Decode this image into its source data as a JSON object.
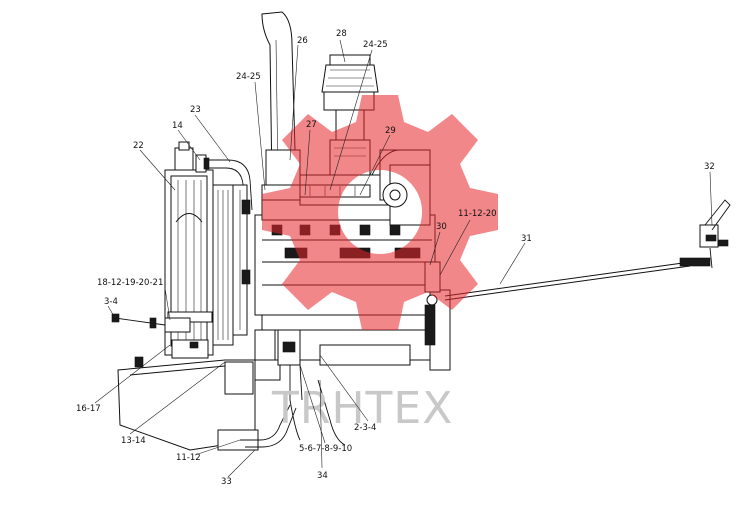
{
  "watermark": {
    "text": "TRHTEX",
    "color": "#e8262c"
  },
  "callouts": [
    {
      "id": "c22",
      "text": "22"
    },
    {
      "id": "c14",
      "text": "14"
    },
    {
      "id": "c23",
      "text": "23"
    },
    {
      "id": "c26",
      "text": "26"
    },
    {
      "id": "c28",
      "text": "28"
    },
    {
      "id": "c2425a",
      "text": "24-25"
    },
    {
      "id": "c2425b",
      "text": "24-25"
    },
    {
      "id": "c27",
      "text": "27"
    },
    {
      "id": "c29",
      "text": "29"
    },
    {
      "id": "c32",
      "text": "32"
    },
    {
      "id": "c111220",
      "text": "11-12-20"
    },
    {
      "id": "c30",
      "text": "30"
    },
    {
      "id": "c31",
      "text": "31"
    },
    {
      "id": "c1812",
      "text": "18-12-19-20-21"
    },
    {
      "id": "c34a",
      "text": "3-4"
    },
    {
      "id": "c1617",
      "text": "16-17"
    },
    {
      "id": "c1314",
      "text": "13-14"
    },
    {
      "id": "c1112",
      "text": "11-12"
    },
    {
      "id": "c33",
      "text": "33"
    },
    {
      "id": "c234",
      "text": "2-3-4"
    },
    {
      "id": "c510",
      "text": "5-6-7-8-9-10"
    },
    {
      "id": "c34",
      "text": "34"
    }
  ]
}
